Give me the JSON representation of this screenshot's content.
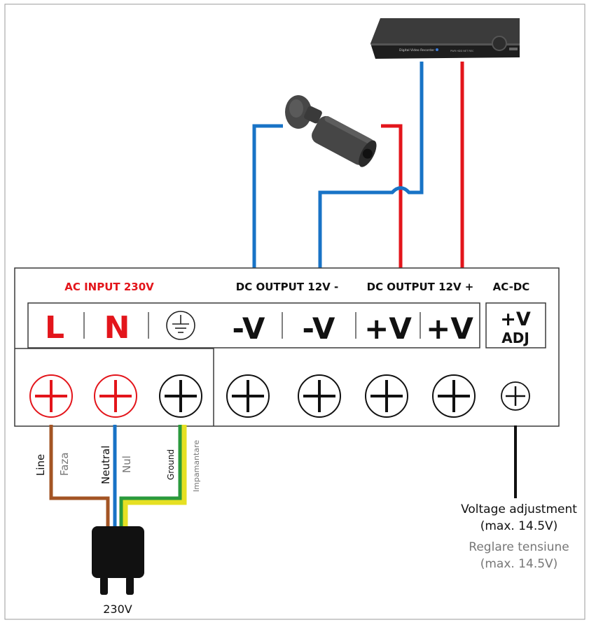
{
  "sections": {
    "ac_input": "AC INPUT 230V",
    "dc_minus": "DC OUTPUT 12V -",
    "dc_plus": "DC OUTPUT 12V +",
    "acdc": "AC-DC"
  },
  "terminals": {
    "line": "L",
    "neutral": "N",
    "minus_1": "-V",
    "minus_2": "-V",
    "plus_1": "+V",
    "plus_2": "+V",
    "adj_top": "+V",
    "adj_bottom": "ADJ"
  },
  "wires": {
    "line_en": "Line",
    "line_ro": "Faza",
    "neutral_en": "Neutral",
    "neutral_ro": "Nul",
    "ground_en": "Ground",
    "ground_ro": "Impamantare"
  },
  "plug": {
    "voltage": "230V"
  },
  "adjustment": {
    "en_line1": "Voltage adjustment",
    "en_line2": "(max. 14.5V)",
    "ro_line1": "Reglare tensiune",
    "ro_line2": "(max. 14.5V)"
  },
  "dvr": {
    "front_label": "Digital Video Recorder"
  },
  "colors": {
    "red": "#e3151b",
    "blue": "#1873c6",
    "brown": "#a35424",
    "green": "#2a9a3c",
    "yellow": "#e6e023",
    "black": "#111111",
    "gray": "#777777"
  }
}
